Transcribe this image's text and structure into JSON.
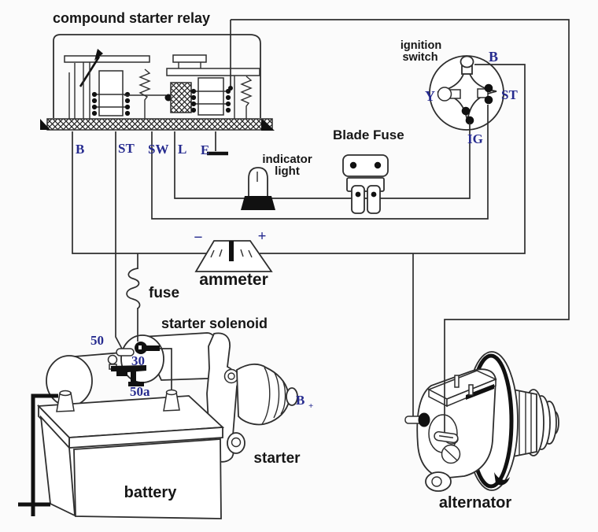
{
  "colors": {
    "background": "#fbfbfb",
    "line": "#2e2e2e",
    "ink": "#111111",
    "component_label": "#161616",
    "terminal_label": "#262b8f"
  },
  "relay": {
    "label": "compound starter relay",
    "terminal_b": "B",
    "terminal_st": "ST",
    "terminal_sw": "SW",
    "terminal_l": "L",
    "terminal_e": "E"
  },
  "ignition_switch": {
    "label_line1": "ignition",
    "label_line2": "switch",
    "terminal_b": "B",
    "terminal_y": "Y",
    "terminal_st": "ST",
    "terminal_ig": "IG"
  },
  "blade_fuse": {
    "label": "Blade Fuse"
  },
  "indicator_light": {
    "label_line1": "indicator",
    "label_line2": "light"
  },
  "ammeter": {
    "label": "ammeter",
    "minus_sign": "−",
    "plus_sign": "+"
  },
  "inline_fuse": {
    "label": "fuse"
  },
  "starter_solenoid": {
    "label": "starter solenoid",
    "terminal_50": "50",
    "terminal_30": "30",
    "terminal_50a": "50a"
  },
  "starter": {
    "label": "starter",
    "terminal_b": "B",
    "terminal_b_sub": "+"
  },
  "battery": {
    "label": "battery"
  },
  "alternator": {
    "label": "alternator"
  }
}
